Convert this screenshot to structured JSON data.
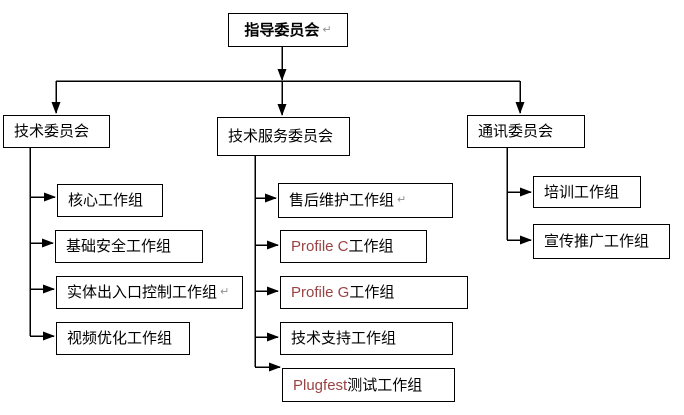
{
  "root": {
    "text": "指导委员会",
    "mark": "↵"
  },
  "committees": [
    {
      "text": "技术委员会",
      "children": [
        {
          "text": "核心工作组"
        },
        {
          "text": "基础安全工作组"
        },
        {
          "text": "实体出入口控制工作组",
          "mark": "↵"
        },
        {
          "text": "视频优化工作组"
        }
      ]
    },
    {
      "text": "技术服务委员会",
      "children": [
        {
          "text": "售后维护工作组",
          "mark": "↵"
        },
        {
          "latin": "Profile C ",
          "text": "工作组"
        },
        {
          "latin": "Profile G ",
          "text": "工作组"
        },
        {
          "text": "技术支持工作组"
        },
        {
          "latin": "Plugfest ",
          "text": "测试工作组"
        }
      ]
    },
    {
      "text": "通讯委员会",
      "children": [
        {
          "text": "培训工作组"
        },
        {
          "text": "宣传推广工作组"
        }
      ]
    }
  ],
  "colors": {
    "background": "#ffffff",
    "line": "#000000",
    "box_border": "#000000",
    "cjk_text": "#000000",
    "latin_text": "#994444",
    "paragraph_mark": "#909090"
  }
}
